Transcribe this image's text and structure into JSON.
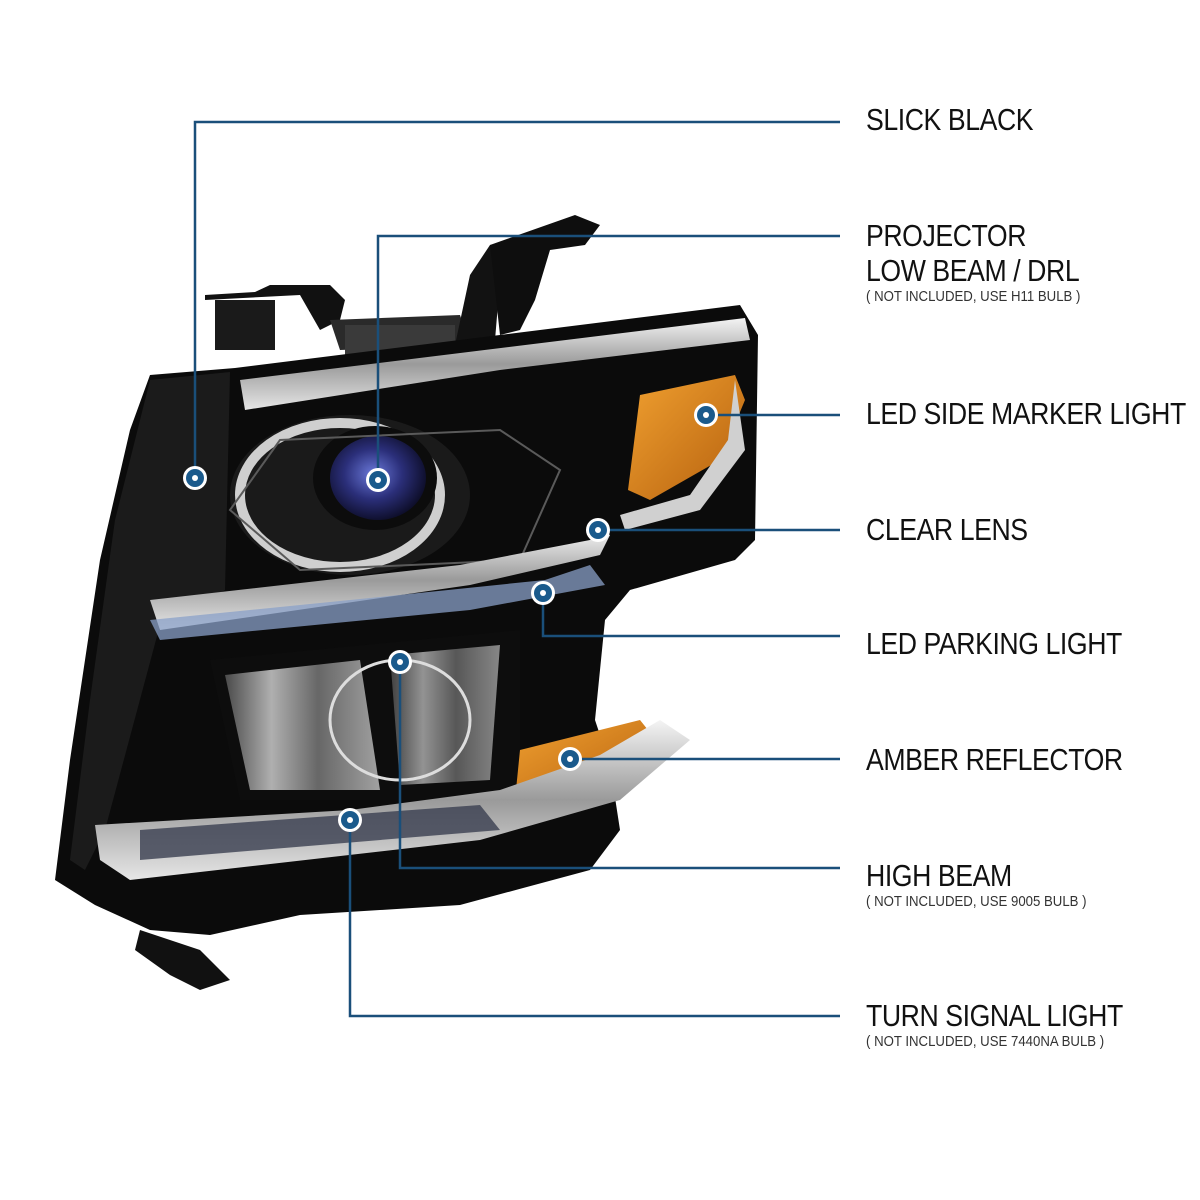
{
  "callouts": [
    {
      "id": "slick-black",
      "title": "SLICK BLACK",
      "note": ""
    },
    {
      "id": "projector",
      "title": "PROJECTOR",
      "title2": "LOW BEAM / DRL",
      "note": "( NOT INCLUDED, USE  H11  BULB )"
    },
    {
      "id": "side-marker",
      "title": "LED SIDE MARKER LIGHT",
      "note": ""
    },
    {
      "id": "clear-lens",
      "title": "CLEAR LENS",
      "note": ""
    },
    {
      "id": "parking",
      "title": "LED PARKING LIGHT",
      "note": ""
    },
    {
      "id": "amber",
      "title": "AMBER REFLECTOR",
      "note": ""
    },
    {
      "id": "high-beam",
      "title": "HIGH BEAM",
      "note": "( NOT INCLUDED, USE  9005  BULB )"
    },
    {
      "id": "turn-signal",
      "title": "TURN SIGNAL LIGHT",
      "note": "( NOT INCLUDED, USE 7440NA  BULB )"
    }
  ],
  "colors": {
    "leader": "#1a4f7a",
    "dot": "#1a5a8c",
    "amber": "#d98a1a",
    "chrome": "#d8d8d8",
    "housing": "#0b0b0b"
  }
}
